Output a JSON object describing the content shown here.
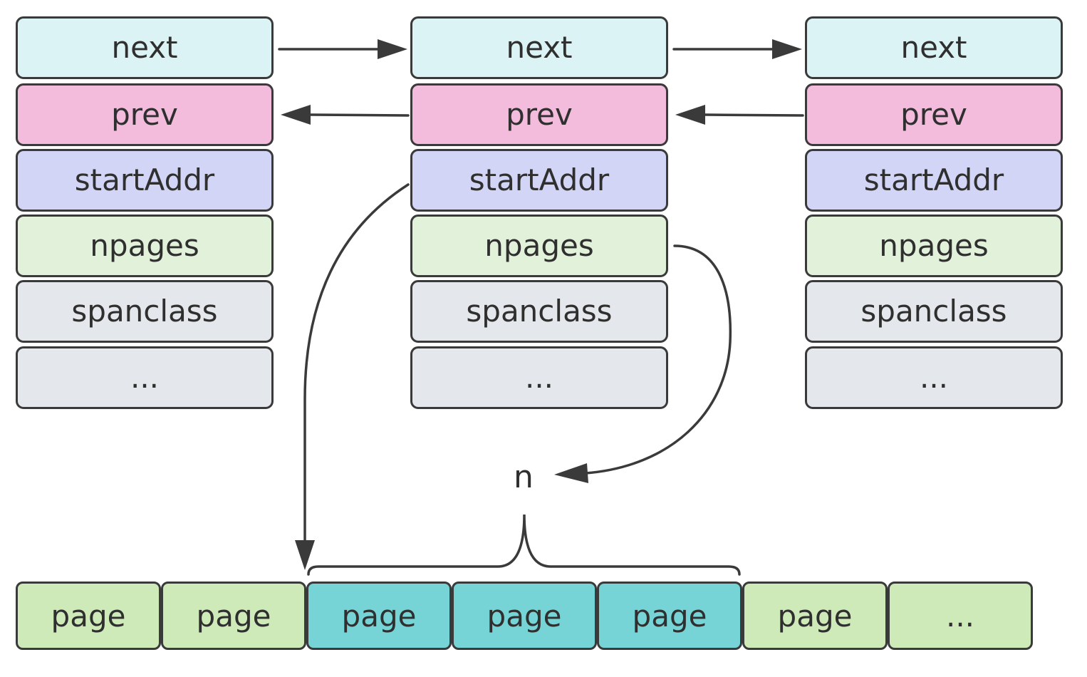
{
  "structs": [
    {
      "fields": [
        "next",
        "prev",
        "startAddr",
        "npages",
        "spanclass",
        "..."
      ]
    },
    {
      "fields": [
        "next",
        "prev",
        "startAddr",
        "npages",
        "spanclass",
        "..."
      ]
    },
    {
      "fields": [
        "next",
        "prev",
        "startAddr",
        "npages",
        "spanclass",
        "..."
      ]
    }
  ],
  "pages": [
    {
      "label": "page",
      "selected": false
    },
    {
      "label": "page",
      "selected": false
    },
    {
      "label": "page",
      "selected": true
    },
    {
      "label": "page",
      "selected": true
    },
    {
      "label": "page",
      "selected": true
    },
    {
      "label": "page",
      "selected": false
    },
    {
      "label": "...",
      "selected": false
    }
  ],
  "brace_label": "n",
  "colors": {
    "next": "#dcf3f5",
    "prev": "#f3bcdc",
    "startAddr": "#d2d5f6",
    "npages": "#e2f2da",
    "spanclass": "#e4e7eb",
    "page": "#cfeab9",
    "page_selected": "#76d4d6",
    "line": "#3a3a3a"
  }
}
